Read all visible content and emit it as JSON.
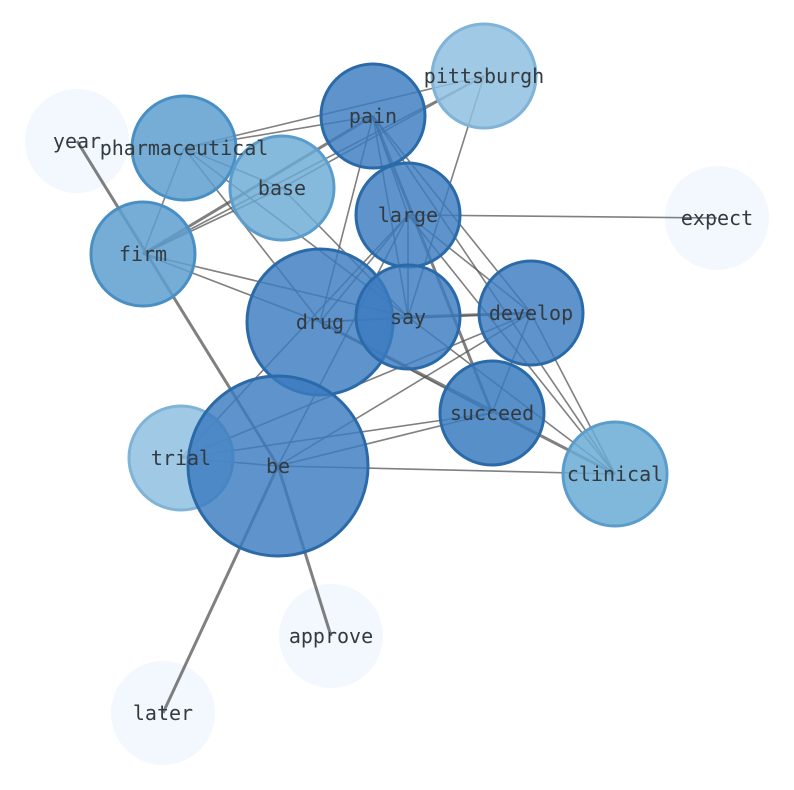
{
  "nodes": [
    {
      "id": "pittsburgh",
      "label": "pittsburgh",
      "color": "#8fbfe0",
      "stroke": "#7fb3d8",
      "opacity": 0.85
    },
    {
      "id": "pain",
      "label": "pain",
      "color": "#3a7bbf",
      "stroke": "#2b6aa8",
      "opacity": 0.82
    },
    {
      "id": "year",
      "label": "year",
      "color": "#f2f8fd",
      "stroke": "#f2f8fd",
      "opacity": 1
    },
    {
      "id": "pharmaceutical",
      "label": "pharmaceutical",
      "color": "#5d9fcf",
      "stroke": "#4a8fc4",
      "opacity": 0.85
    },
    {
      "id": "base",
      "label": "base",
      "color": "#6aabd6",
      "stroke": "#5a9dcc",
      "opacity": 0.82
    },
    {
      "id": "large",
      "label": "large",
      "color": "#3a7bbf",
      "stroke": "#2b6aa8",
      "opacity": 0.82
    },
    {
      "id": "expect",
      "label": "expect",
      "color": "#f2f8fd",
      "stroke": "#f2f8fd",
      "opacity": 1
    },
    {
      "id": "firm",
      "label": "firm",
      "color": "#5d9fcf",
      "stroke": "#4a8fc4",
      "opacity": 0.85
    },
    {
      "id": "drug",
      "label": "drug",
      "color": "#3a7bbf",
      "stroke": "#2b6aa8",
      "opacity": 0.82
    },
    {
      "id": "say",
      "label": "say",
      "color": "#3a7bbf",
      "stroke": "#2b6aa8",
      "opacity": 0.82
    },
    {
      "id": "develop",
      "label": "develop",
      "color": "#3a7bbf",
      "stroke": "#2b6aa8",
      "opacity": 0.82
    },
    {
      "id": "succeed",
      "label": "succeed",
      "color": "#3a7bbf",
      "stroke": "#2b6aa8",
      "opacity": 0.85
    },
    {
      "id": "trial",
      "label": "trial",
      "color": "#8fbfe0",
      "stroke": "#7fb3d8",
      "opacity": 0.85
    },
    {
      "id": "be",
      "label": "be",
      "color": "#3a7bbf",
      "stroke": "#2b6aa8",
      "opacity": 0.82
    },
    {
      "id": "clinical",
      "label": "clinical",
      "color": "#6aabd6",
      "stroke": "#5a9dcc",
      "opacity": 0.85
    },
    {
      "id": "approve",
      "label": "approve",
      "color": "#f2f8fd",
      "stroke": "#f2f8fd",
      "opacity": 1
    },
    {
      "id": "later",
      "label": "later",
      "color": "#f2f8fd",
      "stroke": "#f2f8fd",
      "opacity": 1
    }
  ],
  "edges": [
    {
      "source": "pharmaceutical",
      "target": "pittsburgh",
      "weight": 1
    },
    {
      "source": "pharmaceutical",
      "target": "pain",
      "weight": 1
    },
    {
      "source": "pharmaceutical",
      "target": "firm",
      "weight": 1
    },
    {
      "source": "pharmaceutical",
      "target": "say",
      "weight": 1
    },
    {
      "source": "pharmaceutical",
      "target": "drug",
      "weight": 1
    },
    {
      "source": "pharmaceutical",
      "target": "base",
      "weight": 1
    },
    {
      "source": "firm",
      "target": "pittsburgh",
      "weight": 1
    },
    {
      "source": "firm",
      "target": "pain",
      "weight": 2
    },
    {
      "source": "firm",
      "target": "base",
      "weight": 1
    },
    {
      "source": "firm",
      "target": "say",
      "weight": 1
    },
    {
      "source": "firm",
      "target": "drug",
      "weight": 1
    },
    {
      "source": "base",
      "target": "pittsburgh",
      "weight": 1
    },
    {
      "source": "base",
      "target": "say",
      "weight": 1
    },
    {
      "source": "pain",
      "target": "drug",
      "weight": 1
    },
    {
      "source": "pain",
      "target": "say",
      "weight": 1
    },
    {
      "source": "pain",
      "target": "develop",
      "weight": 1
    },
    {
      "source": "pain",
      "target": "succeed",
      "weight": 2
    },
    {
      "source": "pain",
      "target": "clinical",
      "weight": 1
    },
    {
      "source": "pain",
      "target": "large",
      "weight": 1
    },
    {
      "source": "pittsburgh",
      "target": "say",
      "weight": 1
    },
    {
      "source": "large",
      "target": "expect",
      "weight": 1
    },
    {
      "source": "large",
      "target": "drug",
      "weight": 1
    },
    {
      "source": "large",
      "target": "say",
      "weight": 1
    },
    {
      "source": "large",
      "target": "develop",
      "weight": 1
    },
    {
      "source": "large",
      "target": "clinical",
      "weight": 1
    },
    {
      "source": "large",
      "target": "trial",
      "weight": 1
    },
    {
      "source": "large",
      "target": "be",
      "weight": 1
    },
    {
      "source": "drug",
      "target": "say",
      "weight": 1
    },
    {
      "source": "drug",
      "target": "develop",
      "weight": 1
    },
    {
      "source": "drug",
      "target": "succeed",
      "weight": 1
    },
    {
      "source": "drug",
      "target": "clinical",
      "weight": 2
    },
    {
      "source": "say",
      "target": "develop",
      "weight": 2
    },
    {
      "source": "say",
      "target": "clinical",
      "weight": 1
    },
    {
      "source": "develop",
      "target": "succeed",
      "weight": 1
    },
    {
      "source": "develop",
      "target": "clinical",
      "weight": 1
    },
    {
      "source": "develop",
      "target": "trial",
      "weight": 1
    },
    {
      "source": "develop",
      "target": "be",
      "weight": 1
    },
    {
      "source": "succeed",
      "target": "trial",
      "weight": 1
    },
    {
      "source": "succeed",
      "target": "be",
      "weight": 1
    },
    {
      "source": "trial",
      "target": "be",
      "weight": 1
    },
    {
      "source": "be",
      "target": "clinical",
      "weight": 1
    },
    {
      "source": "year",
      "target": "be",
      "weight": 2
    },
    {
      "source": "be",
      "target": "approve",
      "weight": 2
    },
    {
      "source": "be",
      "target": "later",
      "weight": 2
    }
  ]
}
